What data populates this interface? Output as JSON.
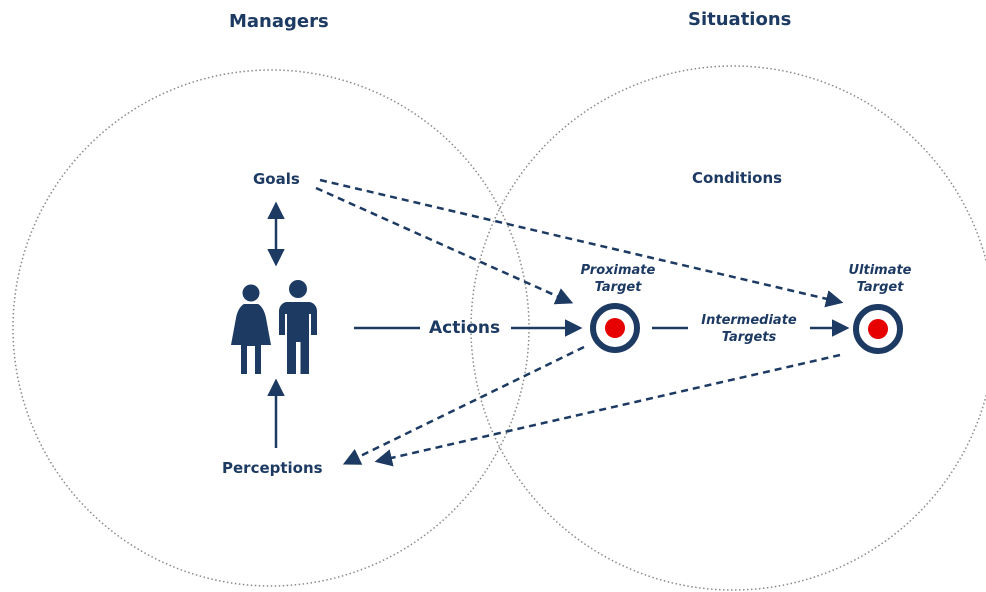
{
  "headings": {
    "left": "Managers",
    "right": "Situations"
  },
  "nodes": {
    "goals": "Goals",
    "perceptions": "Perceptions",
    "actions": "Actions",
    "conditions": "Conditions",
    "proximate_line1": "Proximate",
    "proximate_line2": "Target",
    "ultimate_line1": "Ultimate",
    "ultimate_line2": "Target",
    "intermediate_line1": "Intermediate",
    "intermediate_line2": "Targets"
  },
  "icons": {
    "people": "woman-and-man-icon",
    "target": "bullseye-target-icon"
  },
  "colors": {
    "primary": "#1d3a63",
    "target_center": "#e60000",
    "circle_outline": "#8a8a8a"
  }
}
